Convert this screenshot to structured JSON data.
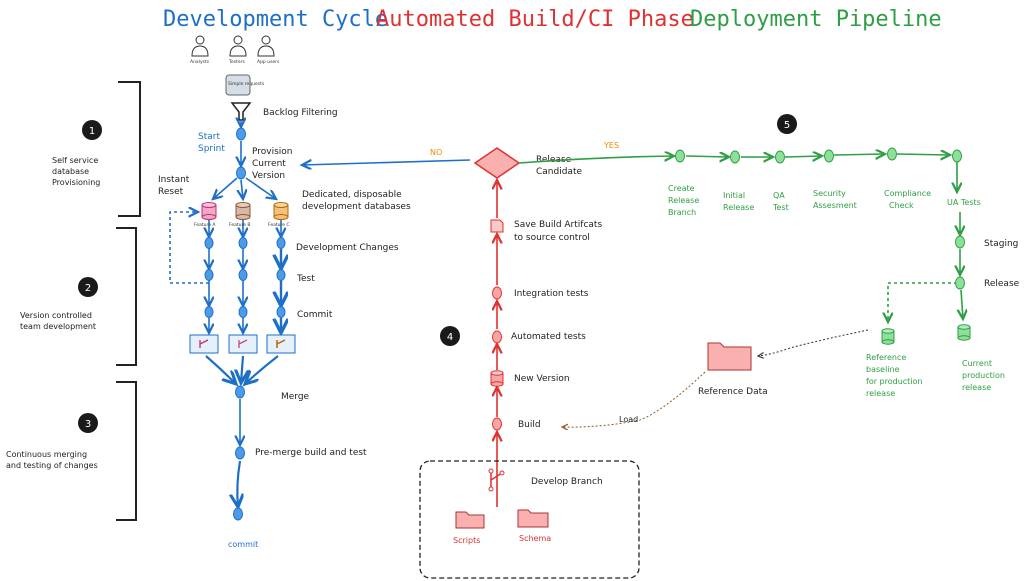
{
  "titles": {
    "dev_cycle": "Development Cycle",
    "ci_phase": "Automated Build/CI Phase",
    "deploy": "Deployment Pipeline"
  },
  "personas": [
    "Analysts",
    "Testers",
    "App users"
  ],
  "requests_label": "Simple requests",
  "dev": {
    "backlog": "Backlog Filtering",
    "start_sprint": [
      "Start",
      "Sprint"
    ],
    "provision_version": [
      "Provision",
      "Current",
      "Version"
    ],
    "instant_reset": [
      "Instant",
      "Reset"
    ],
    "dedicated_dbs": [
      "Dedicated, disposable",
      "development databases"
    ],
    "features": [
      "Feature A",
      "Feature B",
      "Feature C"
    ],
    "dev_changes": "Development Changes",
    "test": "Test",
    "commit_step": "Commit",
    "merge": "Merge",
    "pre_merge": "Pre-merge build and test",
    "commit_end": "commit"
  },
  "phases": [
    {
      "num": "1",
      "lines": [
        "Self service",
        "database",
        "Provisioning"
      ]
    },
    {
      "num": "2",
      "lines": [
        "Version controlled",
        "team development"
      ]
    },
    {
      "num": "3",
      "lines": [
        "Continuous merging",
        "and testing of changes"
      ]
    },
    {
      "num": "4"
    },
    {
      "num": "5"
    }
  ],
  "ci": {
    "no": "NO",
    "yes": "YES",
    "release_candidate": [
      "Release",
      "Candidate"
    ],
    "save_artifacts": [
      "Save Build Artifcats",
      "to source control"
    ],
    "integration": "Integration tests",
    "automated": "Automated tests",
    "new_version": "New Version",
    "build": "Build",
    "develop_branch": "Develop Branch",
    "scripts": "Scripts",
    "schema": "Schema",
    "load": "Load",
    "reference_data": "Reference Data"
  },
  "deploy": {
    "create_release": [
      "Create",
      "Release",
      "Branch"
    ],
    "initial_release": [
      "Initial",
      "Release"
    ],
    "qa_test": [
      "QA",
      "Test"
    ],
    "security": [
      "Security",
      "Assesment"
    ],
    "compliance": [
      "Compliance",
      "Check"
    ],
    "ua_tests": "UA Tests",
    "staging": "Staging",
    "release": "Release",
    "reference_baseline": [
      "Reference",
      "baseline",
      "for production",
      " release"
    ],
    "current_prod": [
      "Current",
      "production",
      "release"
    ]
  },
  "colors": {
    "blue": "#1e6fc8",
    "red": "#e03131",
    "green": "#2f9e44",
    "orange": "#f08c00"
  }
}
